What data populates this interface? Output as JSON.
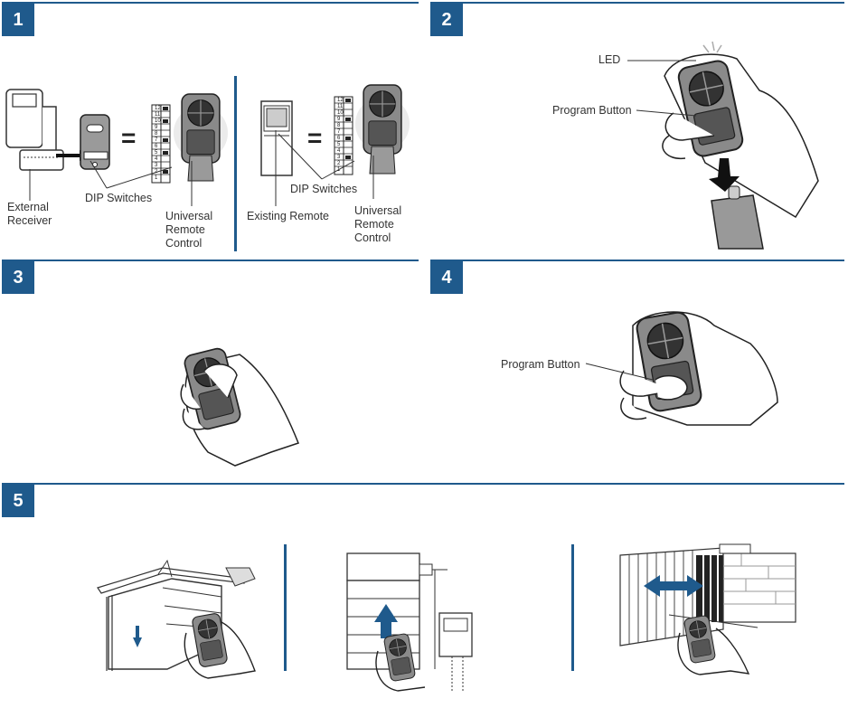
{
  "steps": {
    "s1": "1",
    "s2": "2",
    "s3": "3",
    "s4": "4",
    "s5": "5"
  },
  "panel1": {
    "external_receiver": "External\nReceiver",
    "dip_switches_left": "DIP Switches",
    "universal_remote_left": "Universal\nRemote\nControl",
    "existing_remote": "Existing Remote",
    "dip_switches_right": "DIP Switches",
    "universal_remote_right": "Universal\nRemote\nControl",
    "equals": "=",
    "switch_numbers": [
      "12",
      "11",
      "10",
      "9",
      "8",
      "7",
      "6",
      "5",
      "4",
      "3",
      "2",
      "1"
    ]
  },
  "panel2": {
    "led": "LED",
    "program_button": "Program Button"
  },
  "panel4": {
    "program_button": "Program Button"
  },
  "colors": {
    "accent": "#1f5a8c",
    "arrow_blue": "#1f5a8c"
  }
}
